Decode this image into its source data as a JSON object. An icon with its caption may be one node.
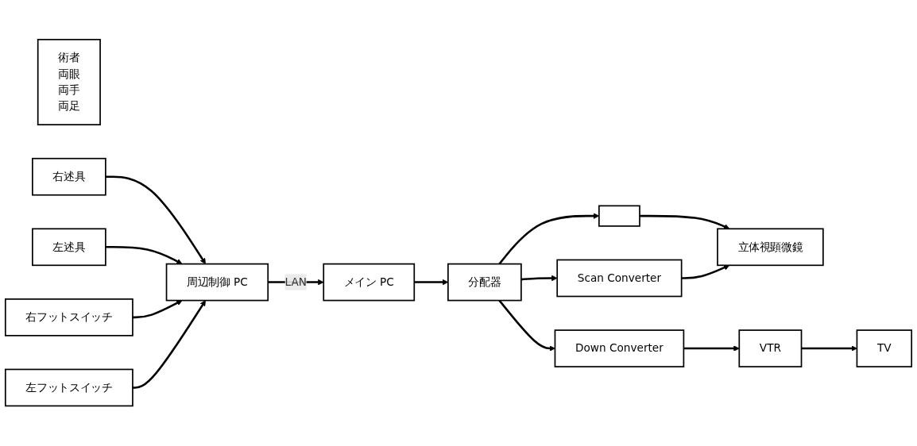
{
  "diagram": {
    "nodes": [
      {
        "text": [
          "術者",
          "両眼",
          "両手",
          "両足"
        ]
      },
      {
        "text": [
          "立体視顕微鏡"
        ]
      },
      {
        "text": [],
        "shape": "box"
      },
      {
        "text": [
          "Scan Converter"
        ]
      },
      {
        "text": [
          "分配器"
        ]
      },
      {
        "text": [
          "Down Converter"
        ]
      },
      {
        "text": [
          "右述具"
        ]
      },
      {
        "text": [
          "左述具"
        ]
      },
      {
        "text": [
          "右フットスイッチ"
        ]
      },
      {
        "text": [
          "左フットスイッチ"
        ]
      },
      {
        "text": [
          "周辺制御 PC"
        ]
      },
      {
        "text": [
          "メイン PC"
        ]
      },
      {
        "text": [
          "VTR"
        ]
      },
      {
        "text": [
          "TV"
        ]
      }
    ],
    "edges": [
      {
        "from": 2,
        "to": 1,
        "arrow": "to"
      },
      {
        "from": 3,
        "to": 1,
        "arrow": "to"
      },
      {
        "from": 4,
        "to": 2,
        "arrow": "to"
      },
      {
        "from": 4,
        "to": 3,
        "arrow": "to"
      },
      {
        "from": 4,
        "to": 5,
        "arrow": "to"
      },
      {
        "from": 11,
        "to": 4,
        "arrow": "to"
      },
      {
        "from": 5,
        "to": 12,
        "arrow": "to"
      },
      {
        "from": 12,
        "to": 13,
        "arrow": "to"
      },
      {
        "from": 6,
        "to": 10,
        "arrow": "to"
      },
      {
        "from": 7,
        "to": 10,
        "arrow": "to"
      },
      {
        "from": 8,
        "to": 10,
        "arrow": "to"
      },
      {
        "from": 9,
        "to": 10,
        "arrow": "to"
      },
      {
        "from": 10,
        "to": 11,
        "label": "LAN",
        "arrow": "to"
      }
    ]
  }
}
